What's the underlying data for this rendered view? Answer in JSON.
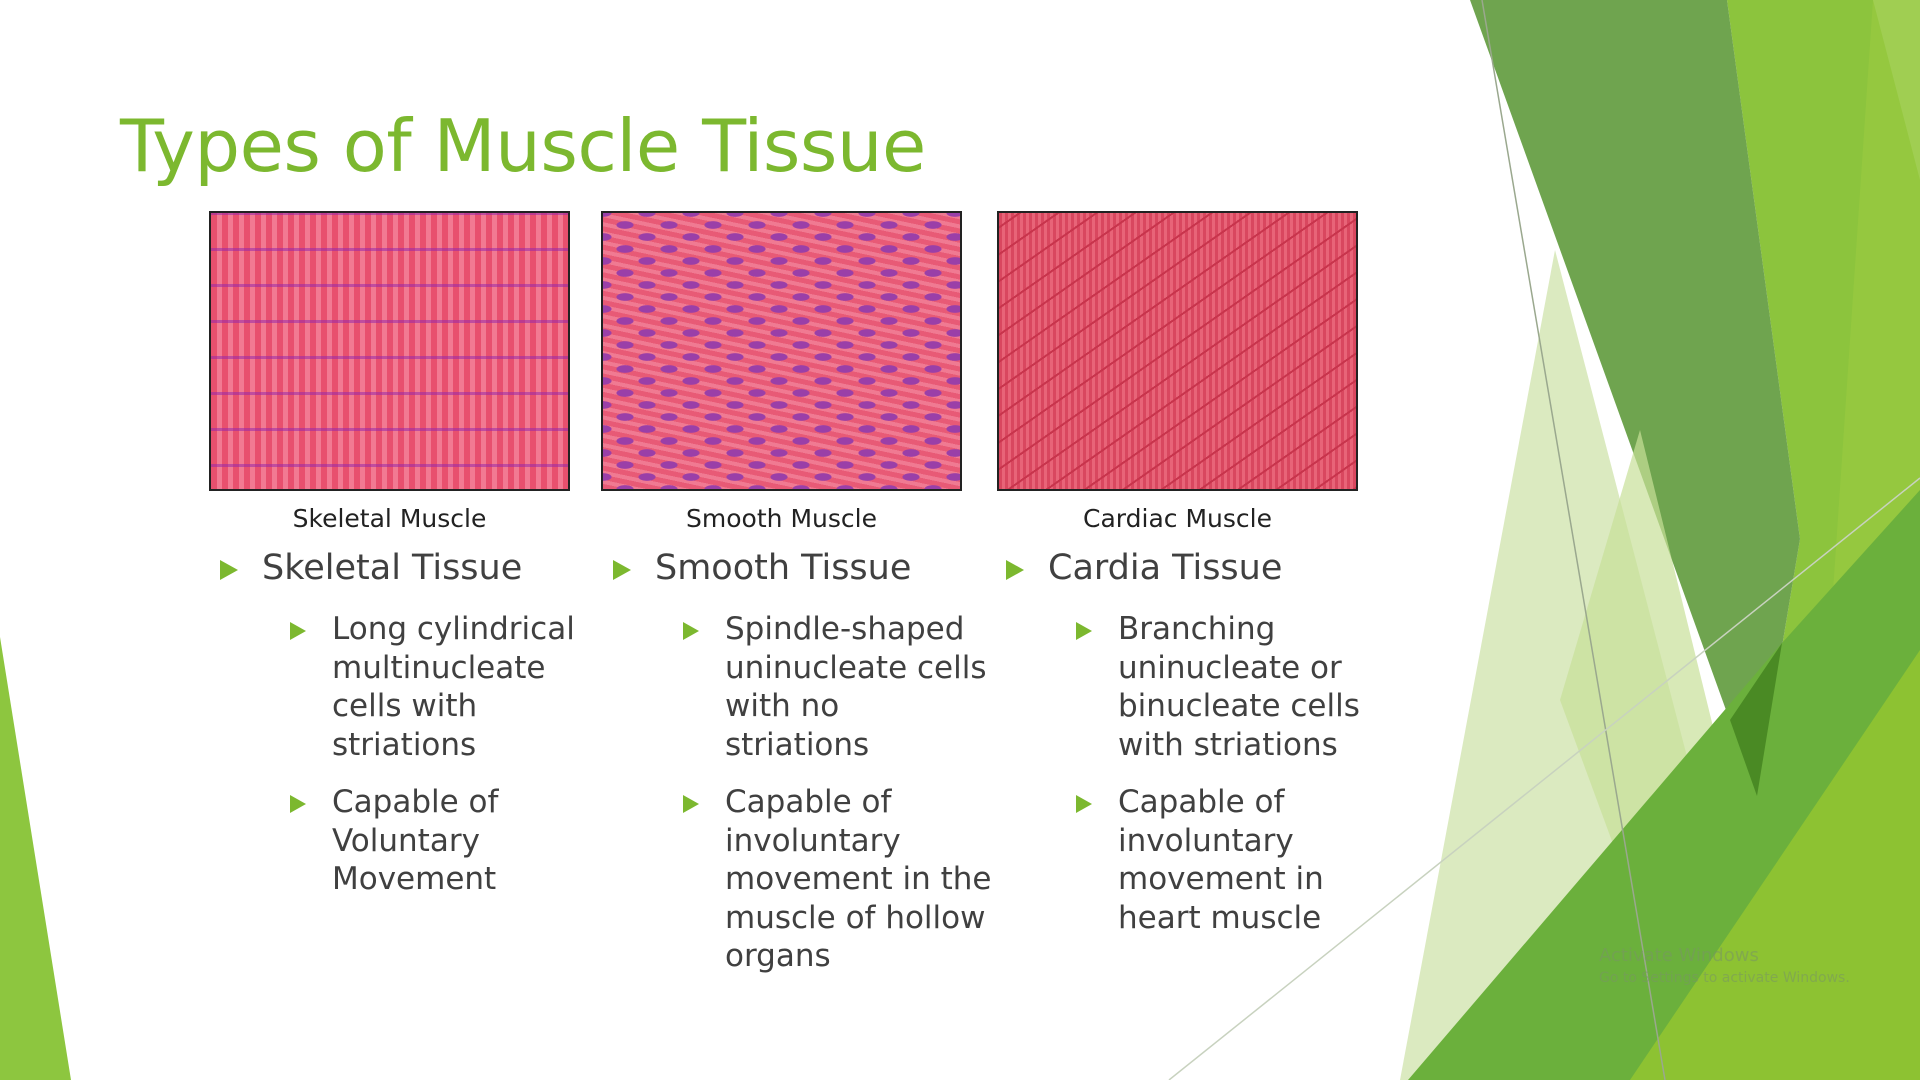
{
  "title": "Types of Muscle Tissue",
  "colors": {
    "accent": "#7cb82f",
    "dark_green": "#5e9a3a",
    "bright_green": "#8dc63f"
  },
  "columns": [
    {
      "image_caption": "Skeletal Muscle",
      "heading": "Skeletal Tissue",
      "bullets": [
        "Long cylindrical multinucleate cells with striations",
        "Capable of Voluntary Movement"
      ]
    },
    {
      "image_caption": "Smooth Muscle",
      "heading": "Smooth Tissue",
      "bullets": [
        "Spindle-shaped uninucleate cells with no striations",
        "Capable of involuntary movement in the muscle of hollow organs"
      ]
    },
    {
      "image_caption": "Cardiac Muscle",
      "heading": "Cardia Tissue",
      "bullets": [
        "Branching uninucleate or binucleate cells with striations",
        "Capable of involuntary movement in heart muscle"
      ]
    }
  ],
  "watermark": {
    "line1": "Activate Windows",
    "line2": "Go to Settings to activate Windows."
  }
}
